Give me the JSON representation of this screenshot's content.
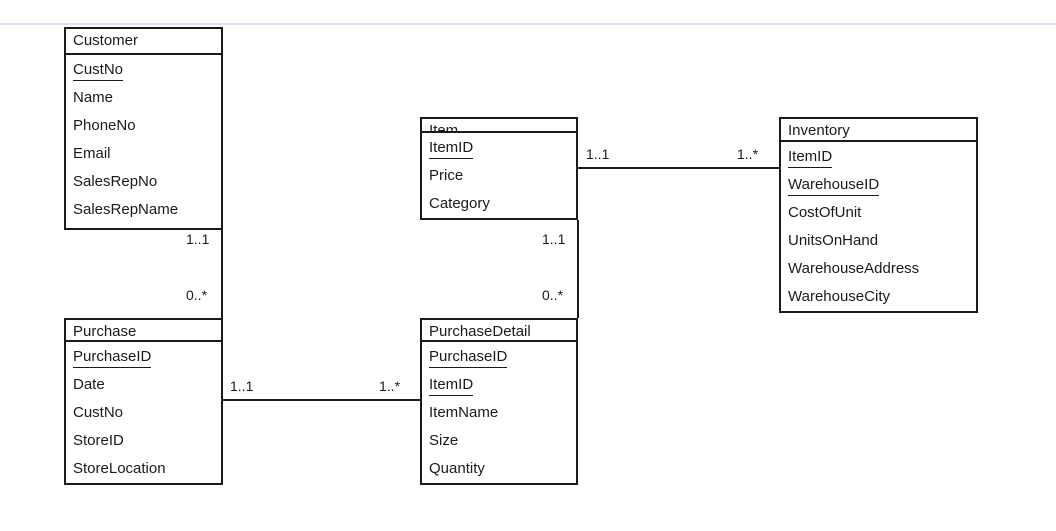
{
  "diagram": {
    "type": "entity-relationship-diagram",
    "notation": "UML multiplicity",
    "rule_color": "#dbe2ef",
    "line_color": "#1a1a1a",
    "background": "#ffffff"
  },
  "entities": [
    {
      "id": "customer",
      "name": "Customer",
      "attributes": [
        {
          "label": "CustNo",
          "key": true
        },
        {
          "label": "Name",
          "key": false
        },
        {
          "label": "PhoneNo",
          "key": false
        },
        {
          "label": "Email",
          "key": false
        },
        {
          "label": "SalesRepNo",
          "key": false
        },
        {
          "label": "SalesRepName",
          "key": false
        }
      ]
    },
    {
      "id": "item",
      "name": "Item",
      "attributes": [
        {
          "label": "ItemID",
          "key": true
        },
        {
          "label": "Price",
          "key": false
        },
        {
          "label": "Category",
          "key": false
        }
      ]
    },
    {
      "id": "inventory",
      "name": "Inventory",
      "attributes": [
        {
          "label": "ItemID",
          "key": true
        },
        {
          "label": "WarehouseID",
          "key": true
        },
        {
          "label": "CostOfUnit",
          "key": false
        },
        {
          "label": "UnitsOnHand",
          "key": false
        },
        {
          "label": "WarehouseAddress",
          "key": false
        },
        {
          "label": "WarehouseCity",
          "key": false
        }
      ]
    },
    {
      "id": "purchase",
      "name": "Purchase",
      "attributes": [
        {
          "label": "PurchaseID",
          "key": true
        },
        {
          "label": "Date",
          "key": false
        },
        {
          "label": "CustNo",
          "key": false
        },
        {
          "label": "StoreID",
          "key": false
        },
        {
          "label": "StoreLocation",
          "key": false
        }
      ]
    },
    {
      "id": "purchasedetail",
      "name": "PurchaseDetail",
      "attributes": [
        {
          "label": "PurchaseID",
          "key": true
        },
        {
          "label": "ItemID",
          "key": true
        },
        {
          "label": "ItemName",
          "key": false
        },
        {
          "label": "Size",
          "key": false
        },
        {
          "label": "Quantity",
          "key": false
        }
      ]
    }
  ],
  "relationships": [
    {
      "id": "customer-purchase",
      "from": "customer",
      "to": "purchase",
      "from_cardinality": "1..1",
      "to_cardinality": "0..*"
    },
    {
      "id": "item-purchasedetail",
      "from": "item",
      "to": "purchasedetail",
      "from_cardinality": "1..1",
      "to_cardinality": "0..*"
    },
    {
      "id": "item-inventory",
      "from": "item",
      "to": "inventory",
      "from_cardinality": "1..1",
      "to_cardinality": "1..*"
    },
    {
      "id": "purchase-purchasedetail",
      "from": "purchase",
      "to": "purchasedetail",
      "from_cardinality": "1..1",
      "to_cardinality": "1..*"
    }
  ]
}
